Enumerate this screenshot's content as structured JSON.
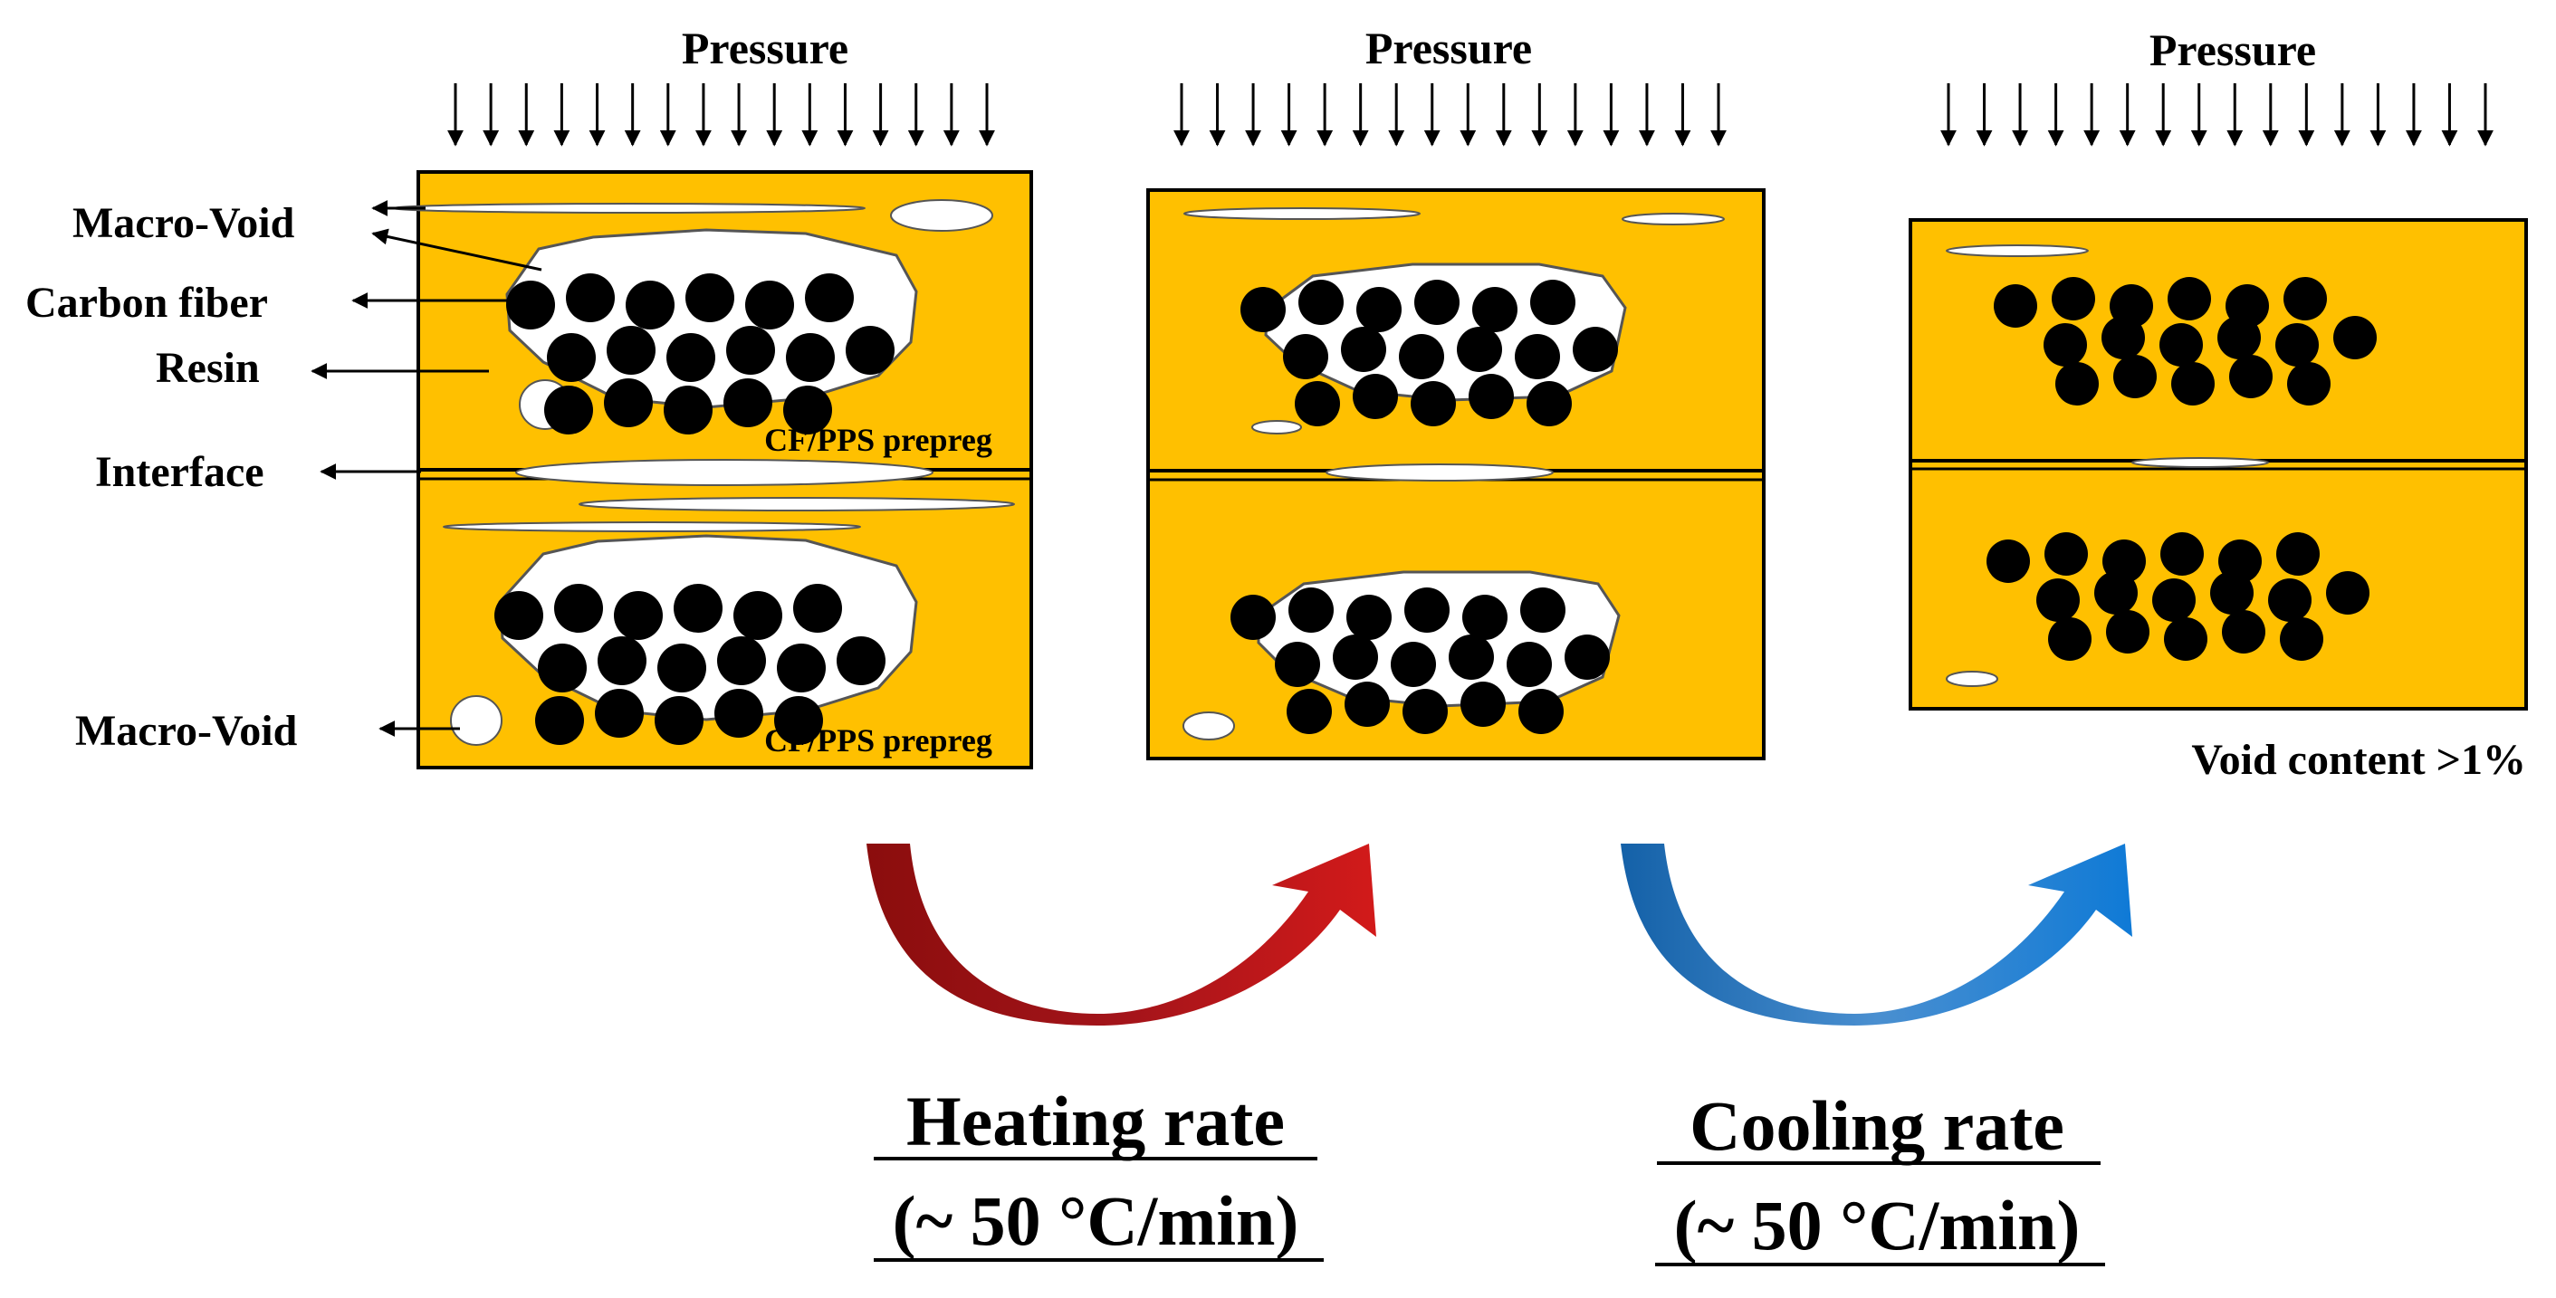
{
  "panels": [
    {
      "pressure_label": "Pressure",
      "prepreg_labels": [
        "CF/PPS prepreg",
        "CF/PPS prepreg"
      ]
    },
    {
      "pressure_label": "Pressure"
    },
    {
      "pressure_label": "Pressure",
      "void_content_label": "Void content >1%"
    }
  ],
  "labels": {
    "macro_void_top": "Macro-Void",
    "carbon_fiber": "Carbon fiber",
    "resin": "Resin",
    "interface": "Interface",
    "macro_void_bottom": "Macro-Void"
  },
  "process_steps": [
    {
      "title": "Heating rate",
      "value": "(~ 50 °C/min)",
      "arrow_color": "#b01010"
    },
    {
      "title": "Cooling rate",
      "value": "(~ 50 °C/min)",
      "arrow_color": "#0d6fc4"
    }
  ],
  "colors": {
    "resin": "#ffc000",
    "fiber": "#000000",
    "void": "#ffffff",
    "outline": "#000000"
  }
}
